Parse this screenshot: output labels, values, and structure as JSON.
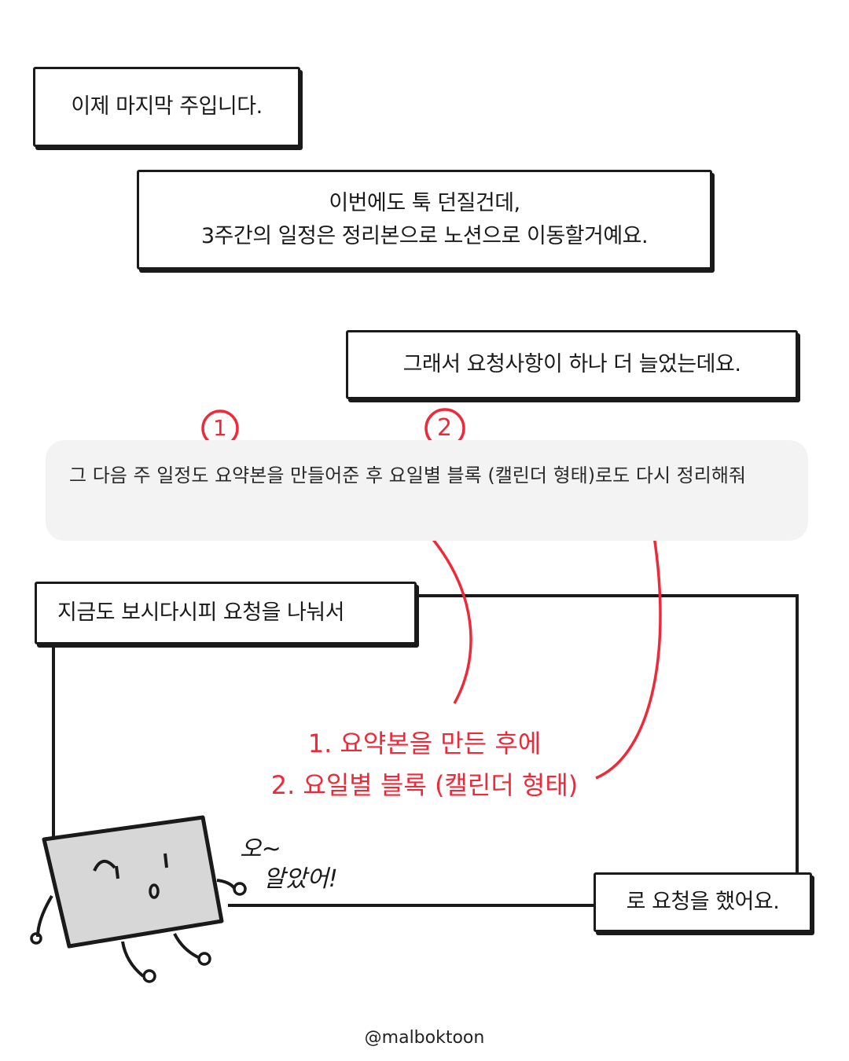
{
  "captions": {
    "intro": "이제 마지막 주입니다.",
    "notion_line1": "이번에도 툭 던질건데,",
    "notion_line2": "3주간의 일정은 정리본으로 노션으로 이동할거예요.",
    "request_added": "그래서 요청사항이 하나 더 늘었는데요.",
    "split_request": "지금도 보시다시피 요청을 나눠서",
    "requested": "로 요청을 했어요."
  },
  "chat": {
    "message": "그 다음 주 일정도 요약본을 만들어준 후 요일별 블록 (캘린더 형태)로도 다시 정리해줘"
  },
  "annotations": {
    "marker_1": "1",
    "marker_2": "2",
    "note_line1": "1. 요약본을 만든 후에",
    "note_line2": "2. 요일별 블록 (캘린더 형태)",
    "color": "#ee2a3a"
  },
  "character": {
    "speech_line1": "오~",
    "speech_line2": "알았어!"
  },
  "credit": "@malboktoon"
}
